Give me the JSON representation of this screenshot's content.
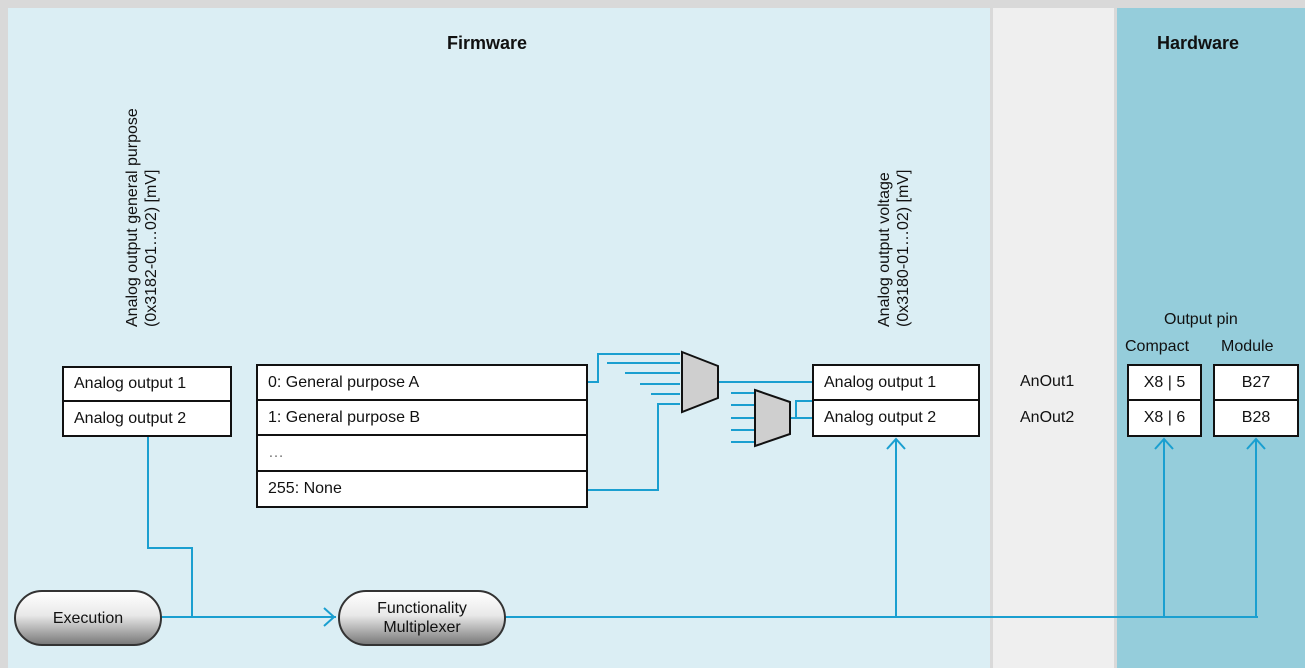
{
  "sections": {
    "firmware": "Firmware",
    "hardware": "Hardware"
  },
  "left_block": {
    "caption_line1": "Analog output general purpose",
    "caption_line2": "(0x3182-01…02) [mV]",
    "rows": [
      "Analog output 1",
      "Analog output 2"
    ]
  },
  "selection_table": {
    "rows": [
      "0: General purpose A",
      "1: General purpose B",
      "…",
      "255: None"
    ]
  },
  "right_block": {
    "caption_line1": "Analog output voltage",
    "caption_line2": "(0x3180-01…02) [mV]",
    "rows": [
      "Analog output 1",
      "Analog output 2"
    ]
  },
  "signals": [
    "AnOut1",
    "AnOut2"
  ],
  "output_pin": {
    "title": "Output pin",
    "headers": [
      "Compact",
      "Module"
    ],
    "compact": [
      "X8 | 5",
      "X8 | 6"
    ],
    "module": [
      "B27",
      "B28"
    ]
  },
  "nodes": {
    "execution": "Execution",
    "multiplexer_line1": "Functionality",
    "multiplexer_line2": "Multiplexer"
  },
  "colors": {
    "wire": "#1a9fd0",
    "firmware_bg": "#dbeef4",
    "hardware_bg": "#95cddb",
    "middle_bg": "#efefef"
  }
}
